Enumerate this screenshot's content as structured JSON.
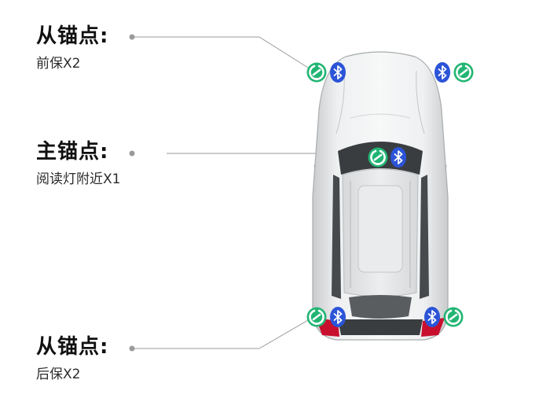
{
  "anchors": [
    {
      "title": "从锚点:",
      "subtitle": "前保X2"
    },
    {
      "title": "主锚点:",
      "subtitle": "阅读灯附近X1"
    },
    {
      "title": "从锚点:",
      "subtitle": "后保X2"
    }
  ],
  "icons": {
    "uwb": {
      "name": "uwb-anchor-icon",
      "color": "#22b573"
    },
    "bluetooth": {
      "name": "bluetooth-icon",
      "color": "#2c54d8"
    }
  },
  "colors": {
    "leader_line": "#9a9a9a",
    "car_body": "#e8e9ea",
    "glass": "#3a3d40",
    "tail_light": "#c8102e"
  }
}
